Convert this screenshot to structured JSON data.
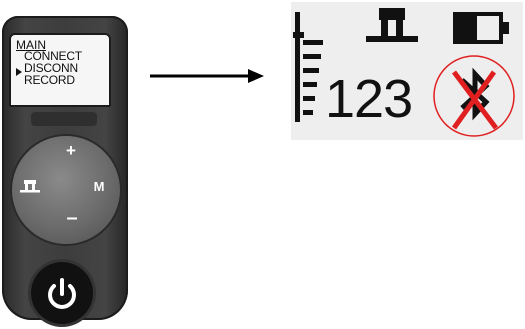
{
  "device": {
    "menu_title": "MAIN",
    "menu_items": [
      {
        "label": "CONNECT",
        "selected": false
      },
      {
        "label": "DISCONN",
        "selected": true
      },
      {
        "label": "RECORD",
        "selected": false
      }
    ],
    "keys": {
      "plus": "+",
      "minus": "–",
      "mode": "M",
      "pair": "pair-icon"
    },
    "power": "power-icon"
  },
  "status_bar": {
    "counter": "123",
    "signal_icon": "signal-strength-icon",
    "pair_icon": "pair-icon",
    "battery_icon": "battery-icon",
    "bluetooth_icon": "bluetooth-disabled-icon",
    "cross_color": "#e02020"
  }
}
